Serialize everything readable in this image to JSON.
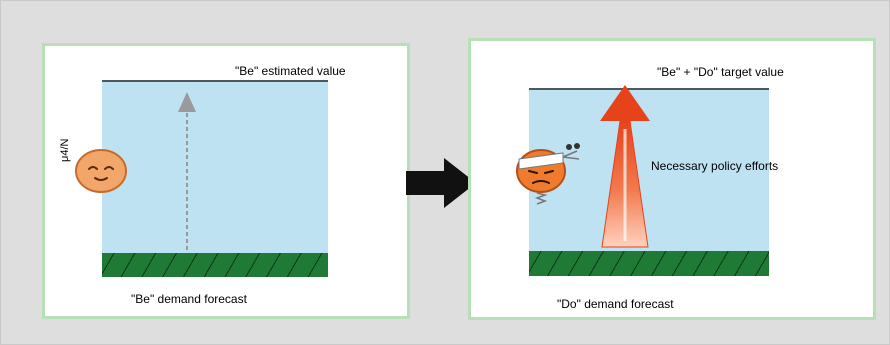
{
  "left_panel": {
    "top_label": "\"Be\" estimated value",
    "bottom_label": "\"Be\" demand forecast",
    "y_axis_label": "μ4/N"
  },
  "right_panel": {
    "top_label": "\"Be\" + \"Do\" target value",
    "middle_label": "Necessary policy efforts",
    "bottom_label": "\"Do\" demand forecast"
  },
  "colors": {
    "sky": "#bfe2f2",
    "ground": "#1f7a35",
    "panel_border": "#b8e0b8",
    "dashed_arrow": "#9a9a9a",
    "main_arrow": "#111111",
    "effort_arrow": "#e7431b"
  },
  "icons": {
    "left_face": "smiling-face-icon",
    "right_face": "determined-face-icon",
    "center_arrow": "right-arrow-icon"
  }
}
